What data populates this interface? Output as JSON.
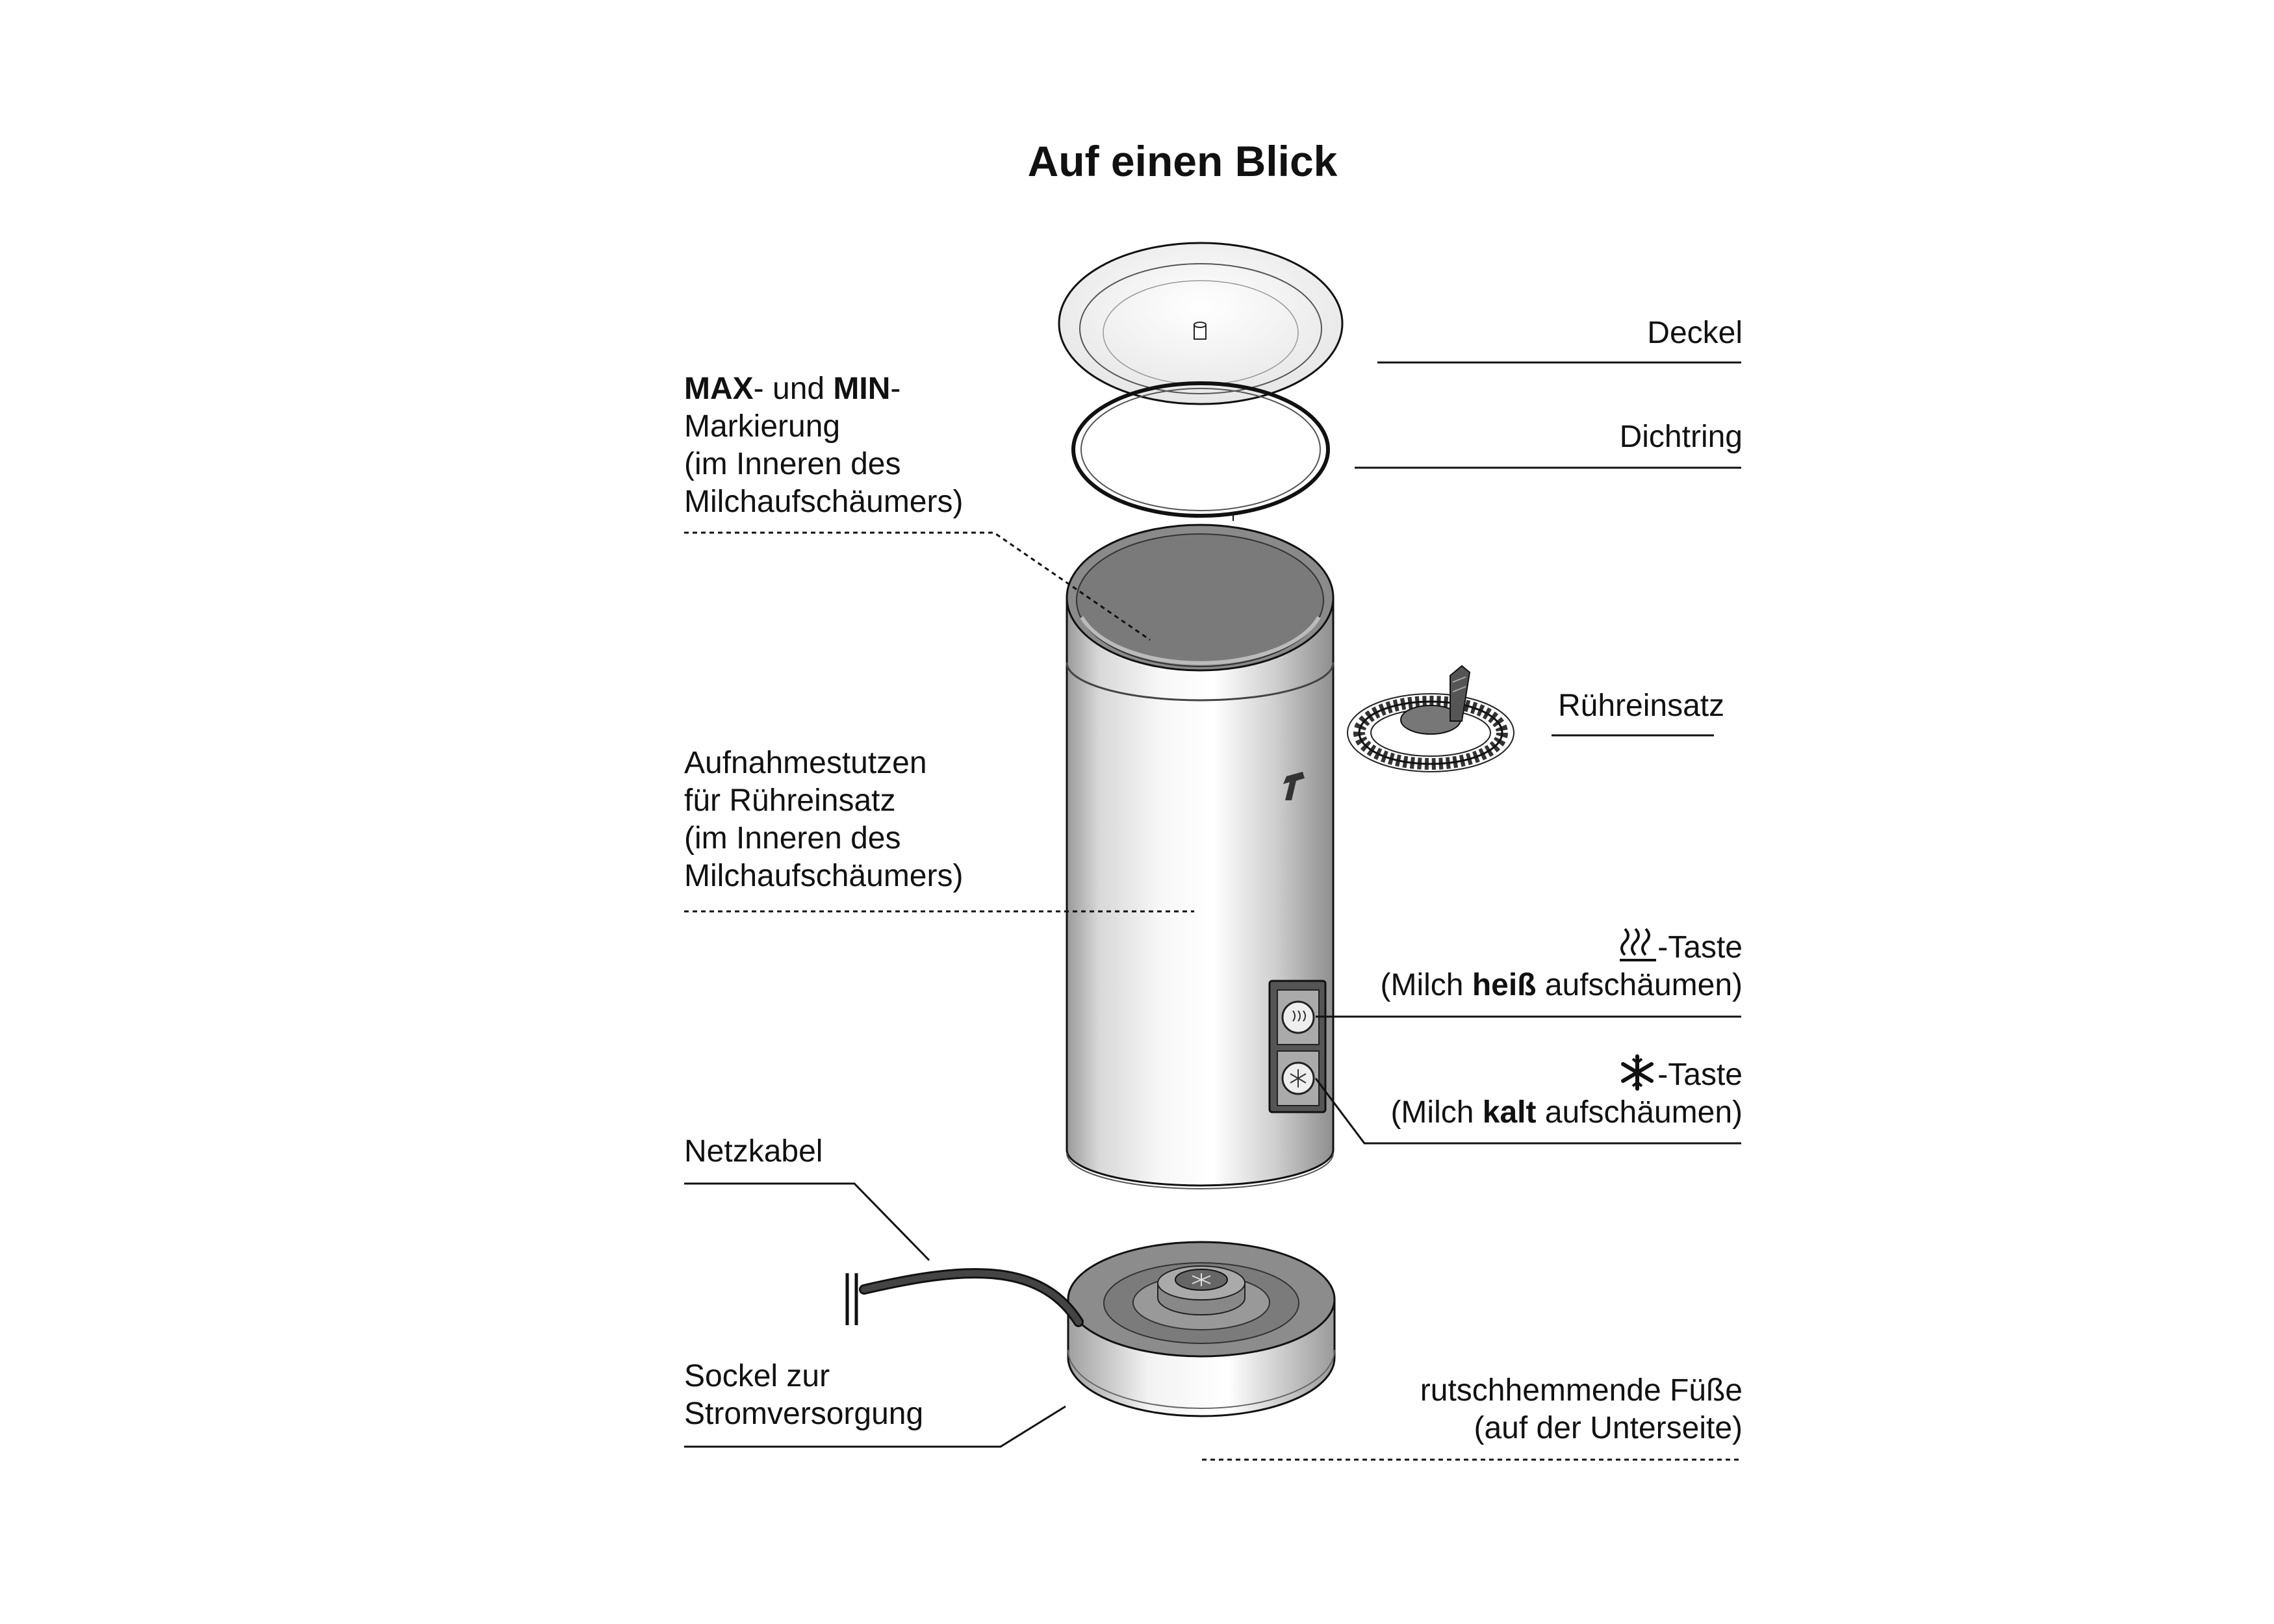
{
  "title": "Auf einen Blick",
  "labels": {
    "deckel": "Deckel",
    "dichtring": "Dichtring",
    "max_min": {
      "l1_a": "MAX",
      "l1_b": "- und ",
      "l1_c": "MIN",
      "l1_d": "-",
      "l2": "Markierung",
      "l3": "(im Inneren des",
      "l4": "Milchaufschäumers)"
    },
    "ruehreinsatz": "Rühreinsatz",
    "aufnahmestutzen": {
      "l1": "Aufnahmestutzen",
      "l2": "für Rühreinsatz",
      "l3": "(im Inneren des",
      "l4": "Milchaufschäumers)"
    },
    "hot_button": {
      "l1": "-Taste",
      "l2_a": "(Milch ",
      "l2_b": "heiß",
      "l2_c": " aufschäumen)"
    },
    "cold_button": {
      "l1": "-Taste",
      "l2_a": "(Milch ",
      "l2_b": "kalt",
      "l2_c": " aufschäumen)"
    },
    "netzkabel": "Netzkabel",
    "sockel": {
      "l1": "Sockel zur",
      "l2": "Stromversorgung"
    },
    "fuesse": {
      "l1": "rutschhemmende Füße",
      "l2": "(auf der Unterseite)"
    }
  },
  "icons": {
    "hot": "steam-icon",
    "cold": "snowflake-icon"
  },
  "colors": {
    "line": "#111111",
    "steel_light": "#f4f4f4",
    "steel_mid": "#c8c8c8",
    "steel_dark": "#8a8a8a"
  }
}
